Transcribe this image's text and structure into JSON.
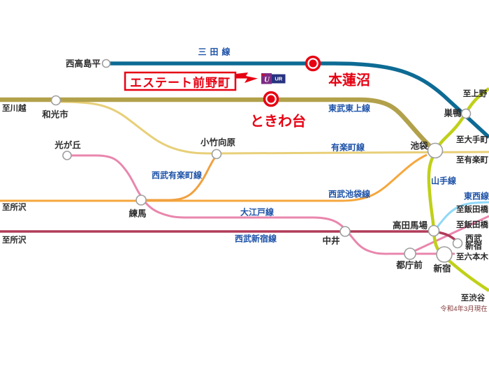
{
  "note": "令和4年3月現在",
  "colors": {
    "accent_red": "#e60012",
    "label_blue": "#1d52a8",
    "station_ring": "#9e9e9e"
  },
  "callout": {
    "label": "エステート前野町"
  },
  "ur_badge": {
    "u": "U",
    "ur": "UR"
  },
  "highlighted_stations": [
    {
      "name": "本蓮沼"
    },
    {
      "name": "ときわ台"
    }
  ],
  "lines": [
    {
      "name": "三田線",
      "color": "#0d6b94"
    },
    {
      "name": "東武東上線",
      "color": "#b2a14b"
    },
    {
      "name": "有楽町線",
      "color": "#e8cf78"
    },
    {
      "name": "西武有楽町線",
      "color": "#f1a140"
    },
    {
      "name": "西武池袋線",
      "color": "#f5a73d"
    },
    {
      "name": "大江戸線",
      "color": "#e986ad"
    },
    {
      "name": "西武新宿線",
      "color": "#b13a58"
    },
    {
      "name": "山手線",
      "color": "#c0d018"
    },
    {
      "name": "東西線",
      "color": "#8ed8f8"
    }
  ],
  "stations": [
    {
      "name": "西高島平"
    },
    {
      "name": "和光市"
    },
    {
      "name": "光が丘"
    },
    {
      "name": "小竹向原"
    },
    {
      "name": "練馬"
    },
    {
      "name": "中井"
    },
    {
      "name": "池袋"
    },
    {
      "name": "巣鴨"
    },
    {
      "name": "高田馬場"
    },
    {
      "name": "都庁前"
    },
    {
      "name": "新宿"
    },
    {
      "name": "西武新宿",
      "line1": "西武",
      "line2": "新宿"
    }
  ],
  "destinations": [
    {
      "name": "至川越"
    },
    {
      "name": "至所沢"
    },
    {
      "name": "至所沢"
    },
    {
      "name": "至上野"
    },
    {
      "name": "至大手町"
    },
    {
      "name": "至有楽町"
    },
    {
      "name": "至飯田橋"
    },
    {
      "name": "至飯田橋"
    },
    {
      "name": "至六本木"
    },
    {
      "name": "至渋谷"
    }
  ]
}
